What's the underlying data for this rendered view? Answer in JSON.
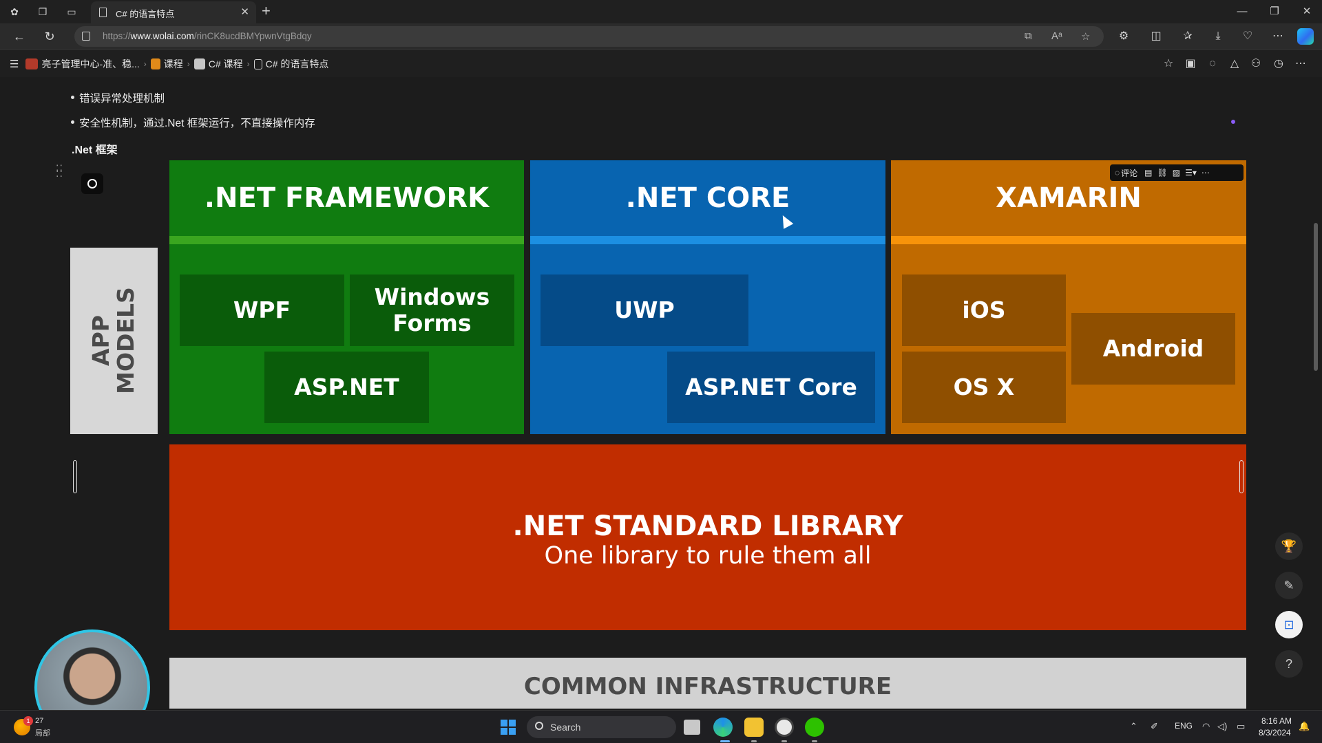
{
  "browser": {
    "tab_title": "C# 的语言特点",
    "url_scheme": "https://",
    "url_host": "www.wolai.com",
    "url_path": "/rinCK8ucdBMYpwnVtgBdqy"
  },
  "breadcrumb": [
    {
      "label": "亮子管理中心-准、稳..."
    },
    {
      "label": "课程"
    },
    {
      "label": "C# 课程"
    },
    {
      "label": "C# 的语言特点"
    }
  ],
  "doc": {
    "bullets": [
      "错误异常处理机制",
      "安全性机制，通过.Net 框架运行，不直接操作内存"
    ],
    "heading": ".Net 框架"
  },
  "slide_toolbar": {
    "comment_label": "评论"
  },
  "slide": {
    "app_models_line1": "APP",
    "app_models_line2": "MODELS",
    "framework": {
      "title": ".NET FRAMEWORK",
      "items": [
        "WPF",
        "Windows Forms",
        "ASP.NET"
      ],
      "color": "#107c10",
      "stripe": "#3aa61f",
      "box": "#0a5c0a"
    },
    "core": {
      "title": ".NET CORE",
      "items": [
        "UWP",
        "ASP.NET Core"
      ],
      "color": "#0864b0",
      "stripe": "#1c8fe2",
      "box": "#054b88"
    },
    "xamarin": {
      "title": "XAMARIN",
      "items": [
        "iOS",
        "Android",
        "OS X"
      ],
      "color": "#c06a00",
      "stripe": "#f7930a",
      "box": "#8f4f00"
    },
    "standard_title": ".NET STANDARD LIBRARY",
    "standard_subtitle": "One library to rule them all",
    "infrastructure": "COMMON INFRASTRUCTURE"
  },
  "taskbar": {
    "weather_temp": "27",
    "weather_desc": "局部",
    "weather_badge": "1",
    "search_placeholder": "Search",
    "language": "ENG",
    "time": "8:16 AM",
    "date": "8/3/2024"
  }
}
